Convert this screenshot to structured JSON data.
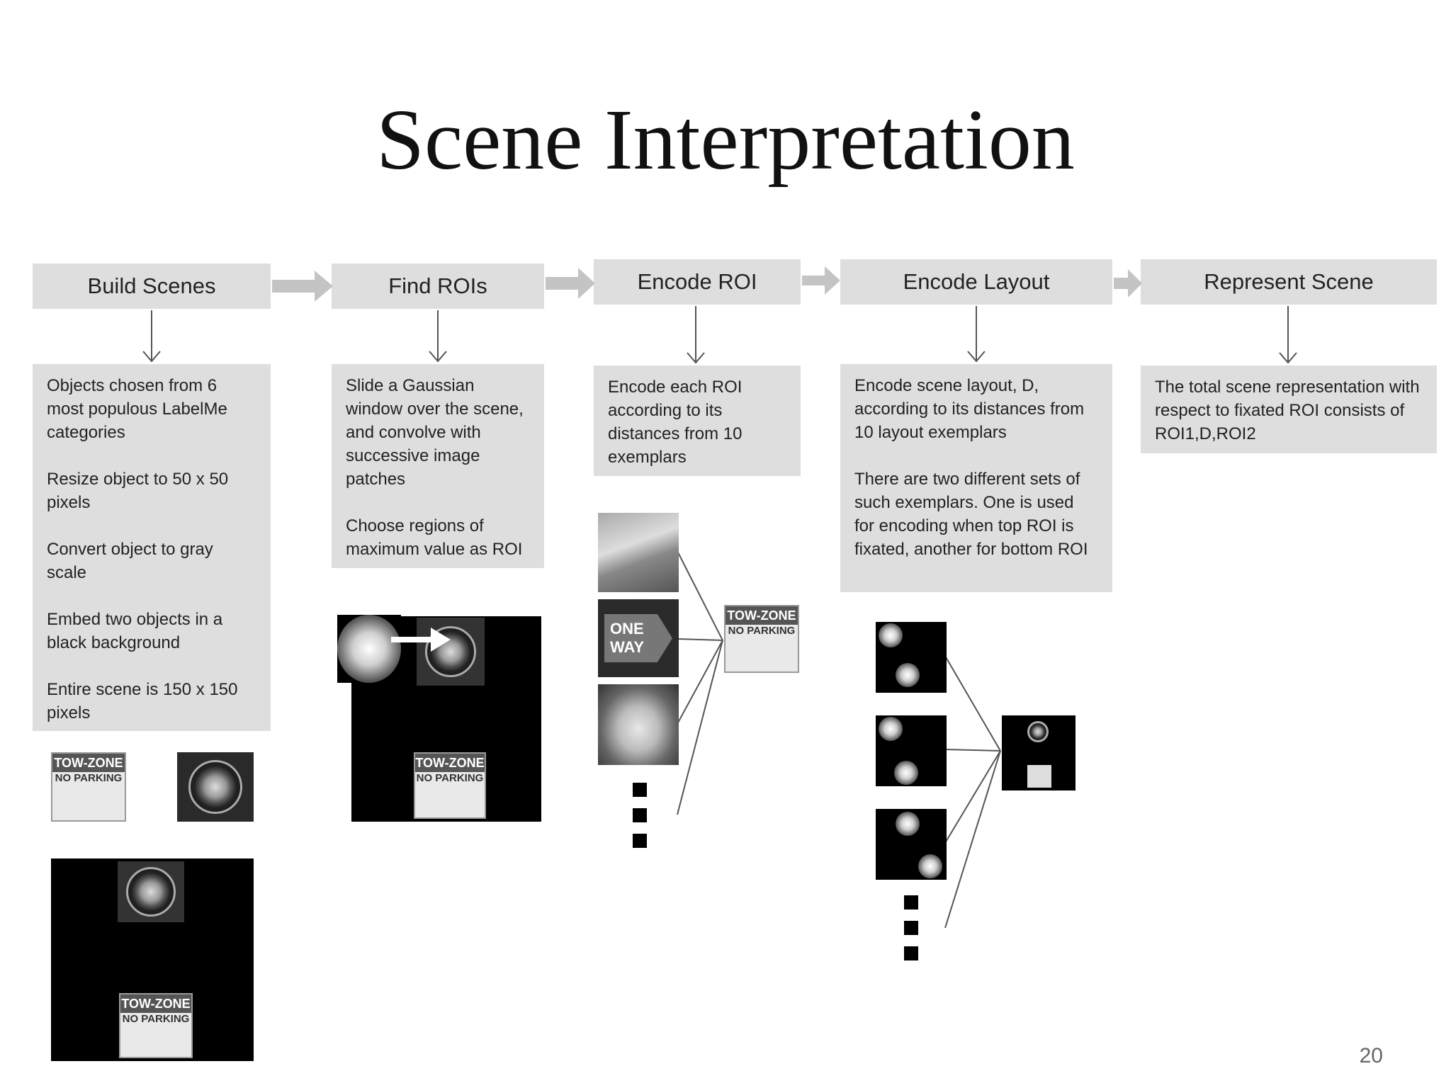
{
  "title": "Scene Interpretation",
  "page_number": "20",
  "steps": [
    {
      "label": "Build Scenes",
      "paragraphs": [
        "Objects chosen from 6 most populous LabelMe categories",
        "Resize object to 50 x 50 pixels",
        "Convert object to gray scale",
        "Embed two objects in a black background",
        "Entire scene is 150 x 150 pixels"
      ]
    },
    {
      "label": "Find ROIs",
      "paragraphs": [
        "Slide a Gaussian window over the scene, and convolve with successive image patches",
        "Choose regions of maximum value as ROI"
      ]
    },
    {
      "label": "Encode ROI",
      "paragraphs": [
        "Encode each ROI according to its distances from 10 exemplars"
      ]
    },
    {
      "label": "Encode Layout",
      "paragraphs": [
        "Encode scene layout, D, according to its distances from 10 layout exemplars",
        "There are two different sets of such exemplars. One is used for encoding when top ROI is fixated, another for bottom ROI"
      ]
    },
    {
      "label": "Represent Scene",
      "paragraphs": [
        "The total scene representation with respect to fixated ROI consists of ROI1,D,ROI2"
      ]
    }
  ],
  "images": {
    "sign_top": "TOW-ZONE",
    "sign_bottom": "NO PARKING",
    "oneway": "ONE WAY"
  },
  "colors": {
    "box_fill": "#dedede",
    "arrow_fill": "#c4c4c4",
    "connector": "#555555"
  }
}
